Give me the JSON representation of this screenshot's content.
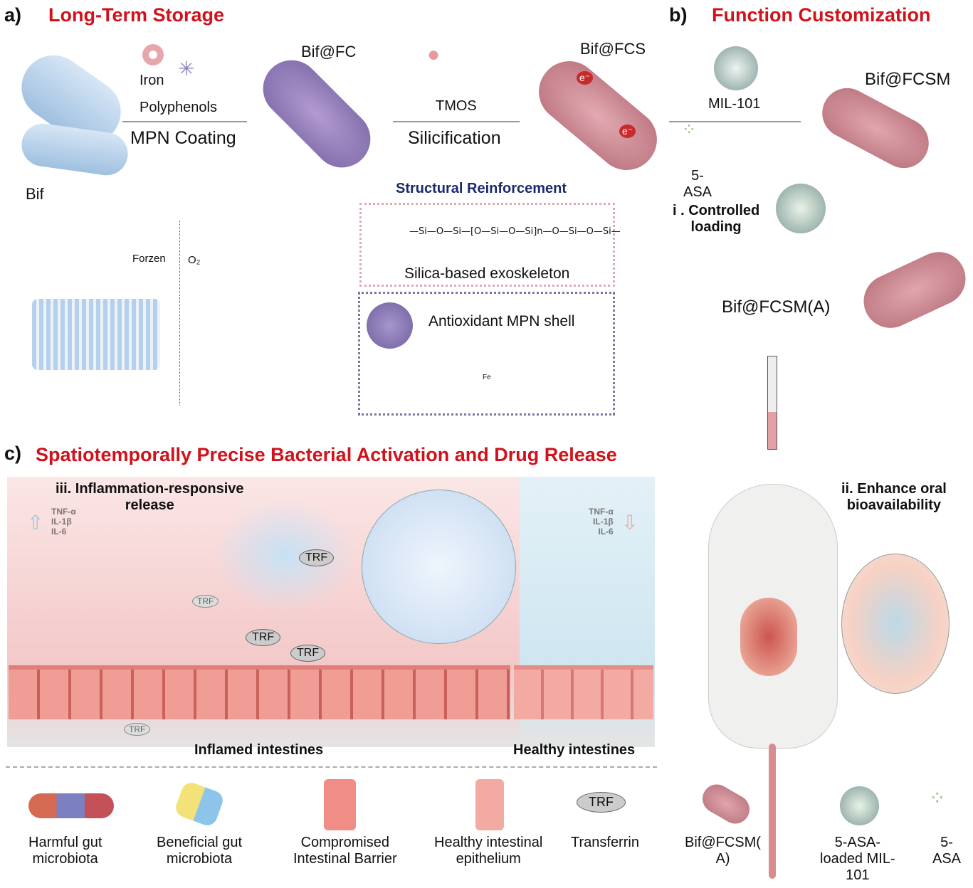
{
  "panel_a": {
    "letter": "a)",
    "title": "Long-Term Storage",
    "bif": "Bif",
    "iron": "Iron",
    "polyphenols": "Polyphenols",
    "mpn_coating": "MPN Coating",
    "bif_fc": "Bif@FC",
    "tmos": "TMOS",
    "silicification": "Silicification",
    "bif_fcs": "Bif@FCS",
    "electron": "e⁻",
    "structural": "Structural Reinforcement",
    "silica_formula": "—Si—O—Si—[O—Si—O—Si]n—O—Si—O—Si—",
    "silica": "Silica-based exoskeleton",
    "mpn_shell": "Antioxidant MPN shell",
    "frozen": "Forzen",
    "o2": "O₂",
    "fe": "Fe"
  },
  "panel_b": {
    "letter": "b)",
    "title": "Function Customization",
    "mil": "MIL-101",
    "bif_fcsm": "Bif@FCSM",
    "asa": "5-\nASA",
    "controlled": "i . Controlled\nloading",
    "bif_fcsma": "Bif@FCSM(A)",
    "oral": "ii. Enhance oral\nbioavailability"
  },
  "panel_c": {
    "letter": "c)",
    "title": "Spatiotemporally Precise Bacterial Activation and Drug Release",
    "release": "iii. Inflammation-responsive\nrelease",
    "cytokines_up": "TNF-α\nIL-1β\nIL-6",
    "cytokines_down": "TNF-α\nIL-1β\nIL-6",
    "trf": "TRF",
    "inflamed": "Inflamed intestines",
    "healthy": "Healthy intestines"
  },
  "legend": [
    {
      "label": "Harmful gut\nmicrobiota"
    },
    {
      "label": "Beneficial gut\nmicrobiota"
    },
    {
      "label": "Compromised\nIntestinal Barrier"
    },
    {
      "label": "Healthy intestinal\nepithelium"
    },
    {
      "label": "Transferrin",
      "icon_text": "TRF"
    },
    {
      "label": "Bif@FCSM(\nA)"
    },
    {
      "label": "5-ASA-\nloaded MIL-\n101"
    },
    {
      "label": "5-\nASA"
    }
  ],
  "colors": {
    "title_red": "#d0121b",
    "navy": "#1a2a6c",
    "bacteria_blue": "#b9d3ea",
    "coated_pink": "#c77a86",
    "mpn_purple": "#8a78b4",
    "inflamed_bg": "#f6d6d6",
    "healthy_bg": "#d9edf5"
  }
}
